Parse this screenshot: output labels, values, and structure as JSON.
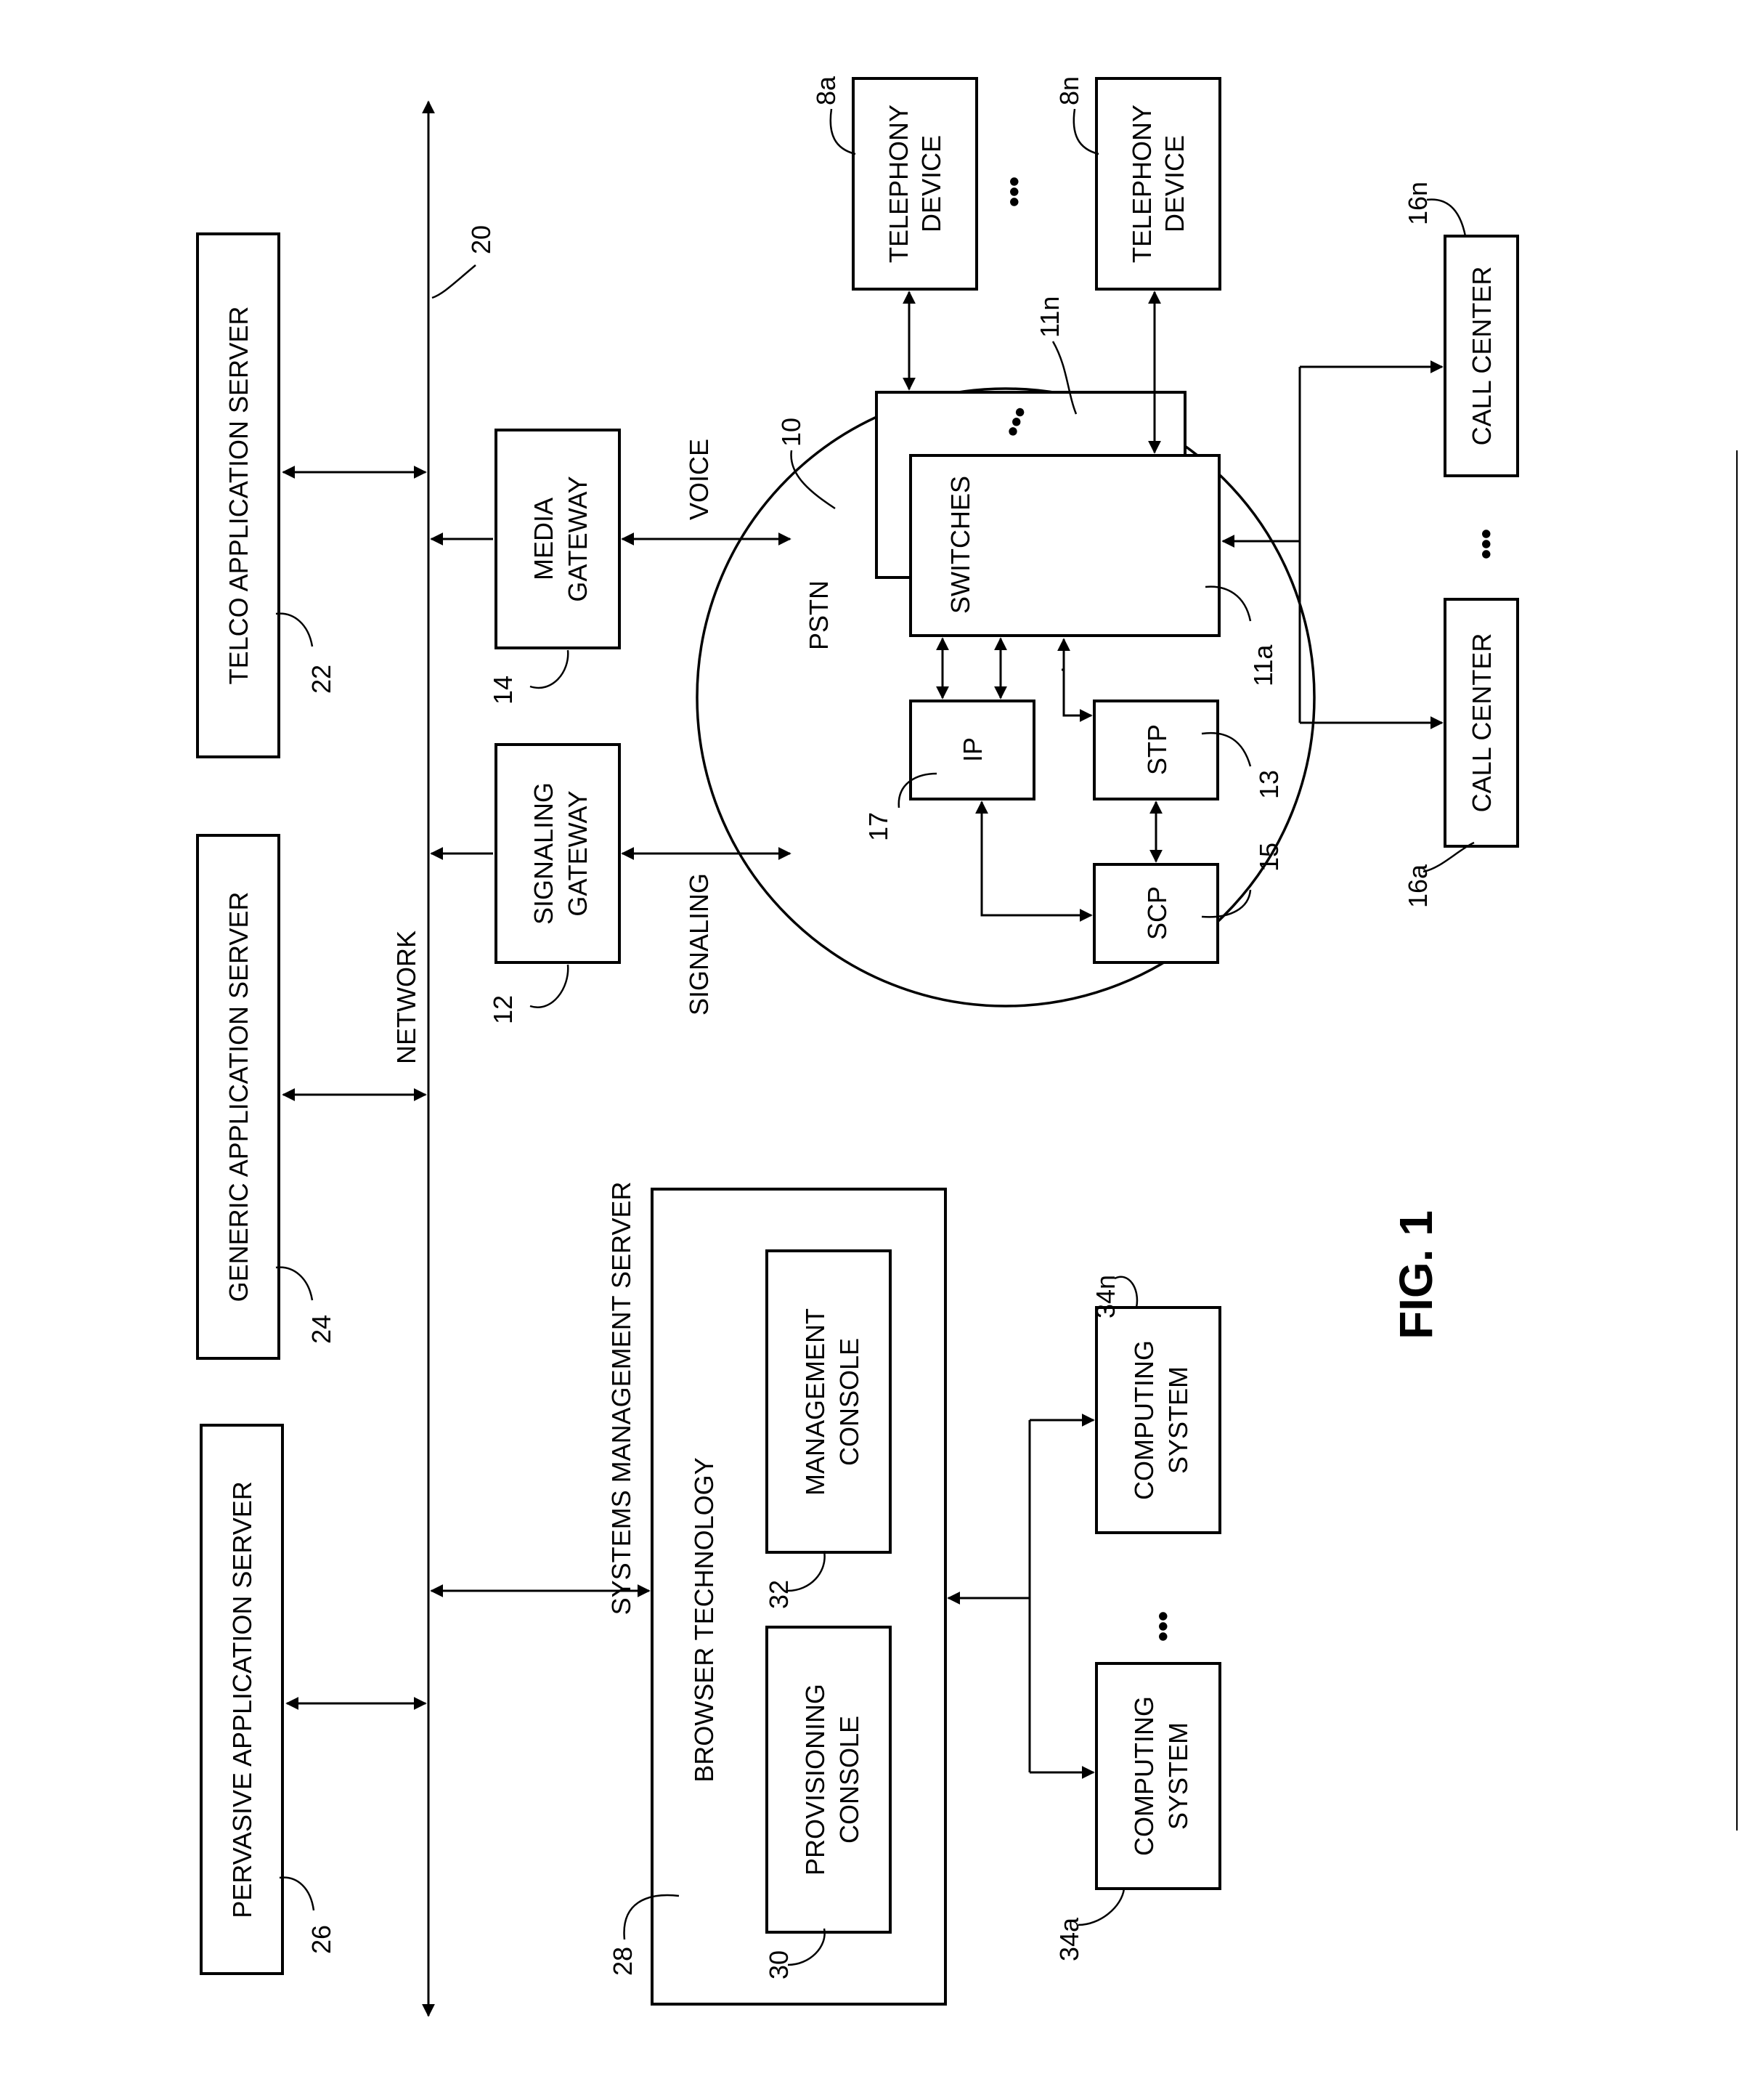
{
  "network": {
    "label": "NETWORK",
    "ref": "20"
  },
  "servers": {
    "telco": {
      "label": "TELCO APPLICATION SERVER",
      "ref": "22"
    },
    "generic": {
      "label": "GENERIC APPLICATION SERVER",
      "ref": "24"
    },
    "pervasive": {
      "label": "PERVASIVE APPLICATION SERVER",
      "ref": "26"
    }
  },
  "gateways": {
    "media": {
      "line1": "MEDIA",
      "line2": "GATEWAY",
      "ref": "14"
    },
    "signaling": {
      "line1": "SIGNALING",
      "line2": "GATEWAY",
      "ref": "12"
    }
  },
  "links": {
    "voice": "VOICE",
    "signaling": "SIGNALING"
  },
  "pstn": {
    "label": "PSTN",
    "ref": "10",
    "switches": {
      "label": "SWITCHES",
      "ref_a": "11a",
      "ref_n": "11n"
    },
    "ip": {
      "label": "IP",
      "ref": "17"
    },
    "stp": {
      "label": "STP",
      "ref": "13"
    },
    "scp": {
      "label": "SCP",
      "ref": "15"
    }
  },
  "telephony": {
    "a": {
      "line1": "TELEPHONY",
      "line2": "DEVICE",
      "ref": "8a"
    },
    "n": {
      "line1": "TELEPHONY",
      "line2": "DEVICE",
      "ref": "8n"
    }
  },
  "call_centers": {
    "a": {
      "label": "CALL CENTER",
      "ref": "16a"
    },
    "n": {
      "label": "CALL CENTER",
      "ref": "16n"
    }
  },
  "systems_mgmt": {
    "label": "SYSTEMS MANAGEMENT SERVER",
    "ref": "28",
    "browser": "BROWSER TECHNOLOGY",
    "provisioning": {
      "line1": "PROVISIONING",
      "line2": "CONSOLE",
      "ref": "30"
    },
    "management": {
      "line1": "MANAGEMENT",
      "line2": "CONSOLE",
      "ref": "32"
    }
  },
  "computing": {
    "a": {
      "line1": "COMPUTING",
      "line2": "SYSTEM",
      "ref": "34a"
    },
    "n": {
      "line1": "COMPUTING",
      "line2": "SYSTEM",
      "ref": "34n"
    }
  },
  "ellipsis": "•••",
  "figure_label": "FIG. 1"
}
